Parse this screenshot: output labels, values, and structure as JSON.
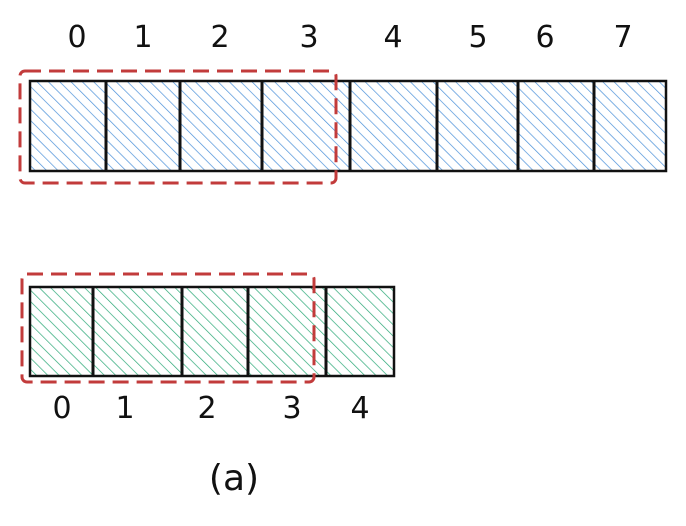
{
  "top_array": {
    "indices": [
      "0",
      "1",
      "2",
      "3",
      "4",
      "5",
      "6",
      "7"
    ],
    "fill_color": "#4a90d9"
  },
  "bottom_array": {
    "indices": [
      "0",
      "1",
      "2",
      "3",
      "4"
    ],
    "fill_color": "#2aa876"
  },
  "selection_color": "#c23b3b",
  "caption": "(a)"
}
